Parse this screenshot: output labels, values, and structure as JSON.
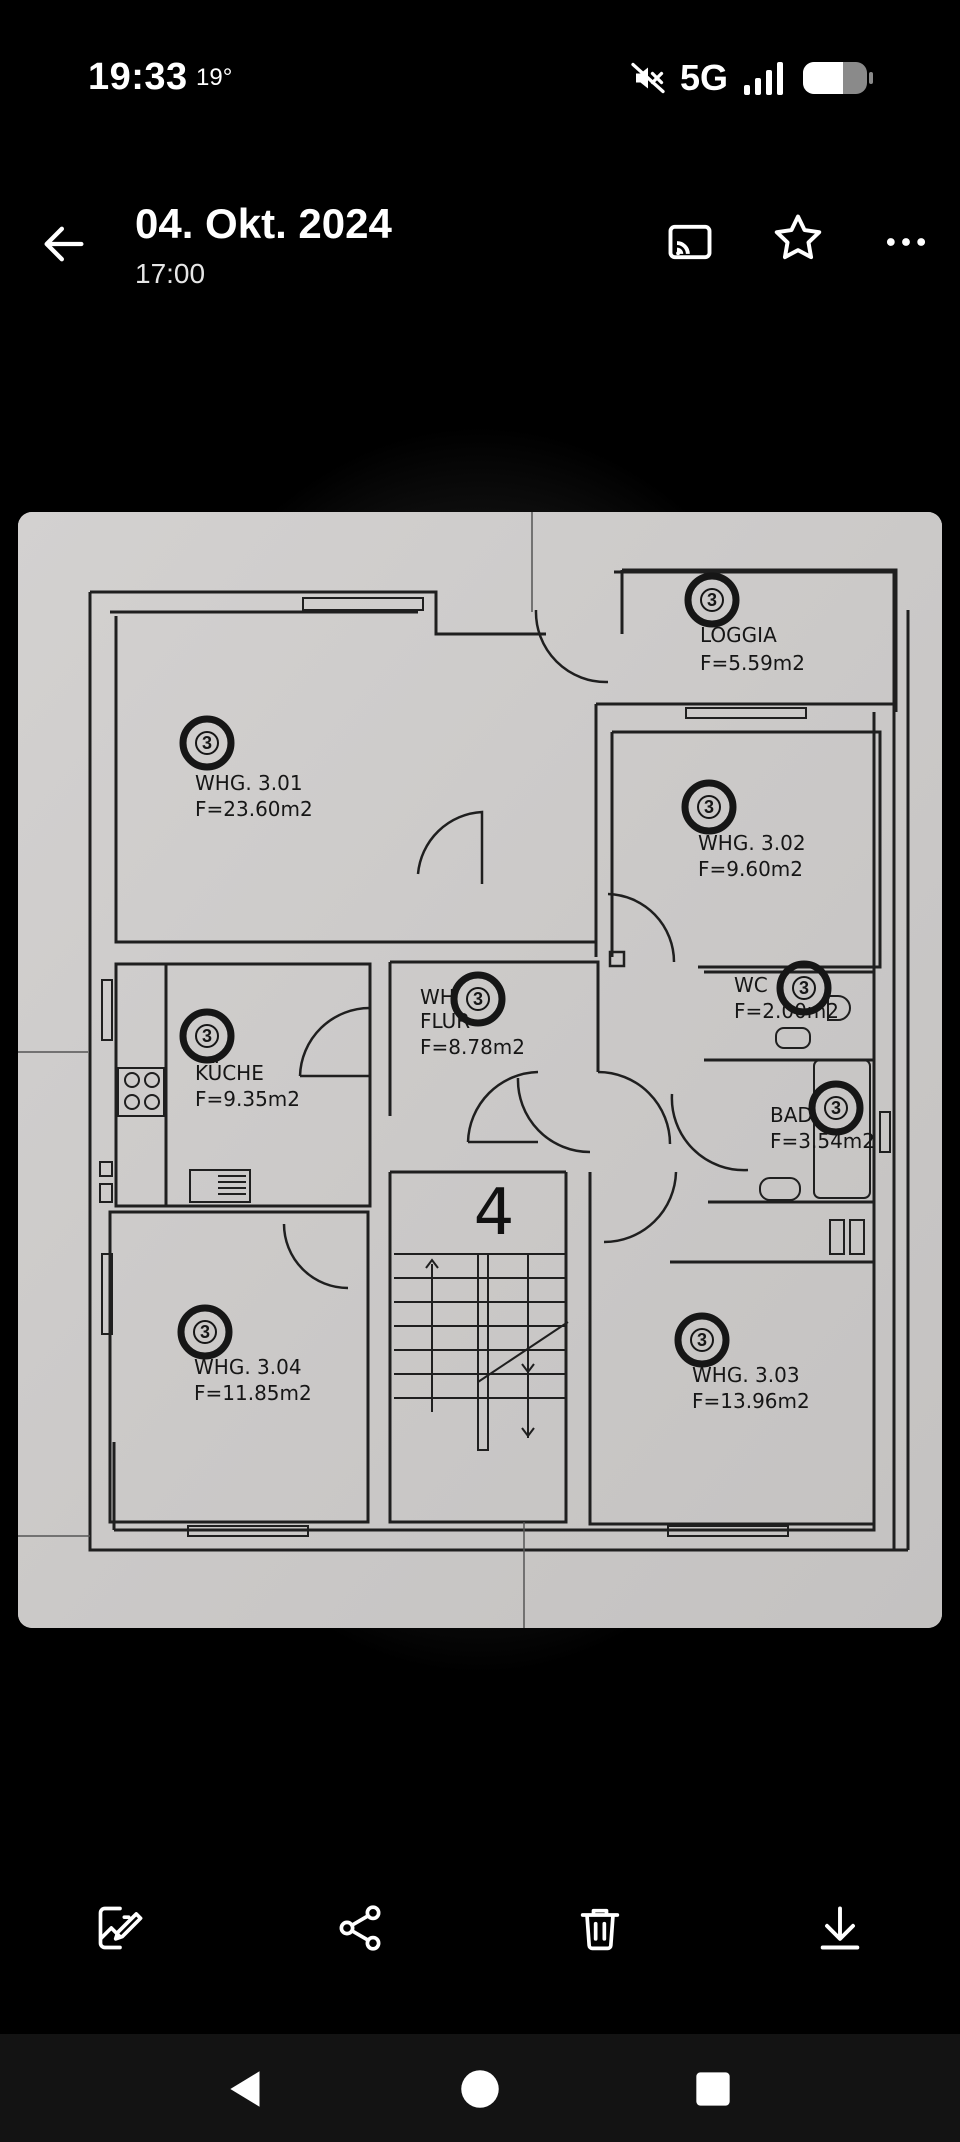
{
  "status_bar": {
    "time": "19:33",
    "temperature": "19°",
    "network": "5G",
    "icons": [
      "mute-icon",
      "signal-icon",
      "battery-icon"
    ]
  },
  "app_bar": {
    "date": "04. Okt. 2024",
    "time": "17:00",
    "icons": [
      "back-arrow-icon",
      "cast-icon",
      "star-icon",
      "more-icon"
    ]
  },
  "floor_plan": {
    "stairwell_number": "4",
    "marker": "3",
    "rooms": [
      {
        "name": "LOGGIA",
        "area": "F=5.59m2"
      },
      {
        "name": "WHG. 3.01",
        "area": "F=23.60m2"
      },
      {
        "name": "WHG. 3.02",
        "area": "F=9.60m2"
      },
      {
        "name": "WH",
        "name2": "FLUR",
        "area": "F=8.78m2"
      },
      {
        "name": "WC",
        "area": "F=2.00m2"
      },
      {
        "name": "KÜCHE",
        "area": "F=9.35m2"
      },
      {
        "name": "BAD",
        "area": "F=3.54m2"
      },
      {
        "name": "WHG. 3.04",
        "area": "F=11.85m2"
      },
      {
        "name": "WHG. 3.03",
        "area": "F=13.96m2"
      }
    ]
  },
  "toolbar": {
    "icons": [
      "edit-image-icon",
      "share-icon",
      "delete-icon",
      "download-icon"
    ]
  },
  "nav_bar": {
    "icons": [
      "nav-back-icon",
      "nav-home-icon",
      "nav-recents-icon"
    ]
  }
}
